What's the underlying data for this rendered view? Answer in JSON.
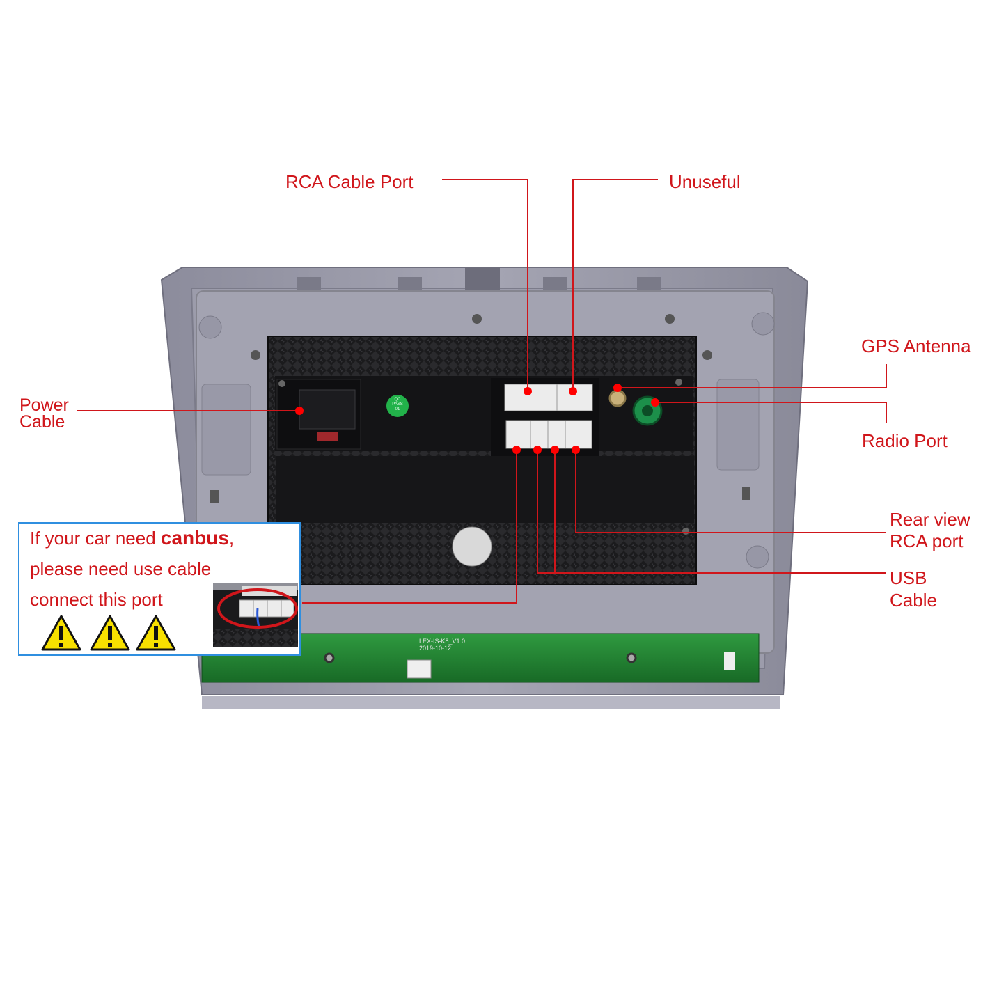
{
  "labels": {
    "rca_cable_port": "RCA Cable Port",
    "unuseful": "Unuseful",
    "gps_antenna": "GPS Antenna",
    "radio_port": "Radio Port",
    "power_cable_line1": "Power",
    "power_cable_line2": "Cable",
    "rear_view_line1": "Rear view",
    "rear_view_line2": "RCA port",
    "usb_line1": "USB",
    "usb_line2": "Cable"
  },
  "canbus_note": {
    "line1_prefix": "If your car need ",
    "line1_keyword": "canbus",
    "line1_suffix": ",",
    "line2": "please need use cable",
    "line3": "connect this port",
    "warning_icon": "warning-triangle-icon",
    "warning_count": 3
  },
  "device_markings": {
    "qc_sticker": [
      "QC",
      "PASS",
      "01"
    ],
    "pcb_model": "LEX-IS-K8_V1.0",
    "pcb_date": "2019-10-12"
  },
  "colors": {
    "callout": "#d0161b",
    "marker": "#ff0000",
    "note_border": "#2f8fe0",
    "warning_fill": "#f7e000",
    "bezel": "#8f8fa0",
    "chassis": "#1d1d1f",
    "pcb": "#1f7a2e"
  }
}
